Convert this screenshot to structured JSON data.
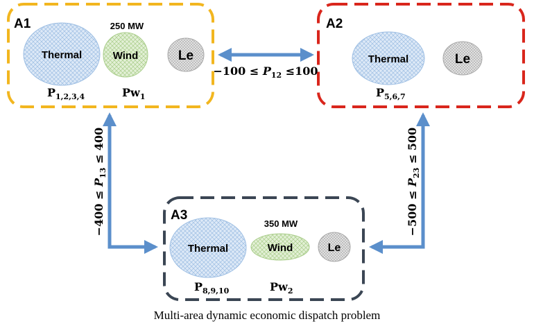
{
  "diagram": {
    "caption": "Multi-area dynamic economic dispatch problem",
    "colors": {
      "a1_border": "#F2B61F",
      "a2_border": "#D9261C",
      "a3_border": "#3B4654",
      "arrow": "#5B8FCB",
      "thermal_fill": "#DDE9F7",
      "thermal_pattern": "#9DBEE3",
      "wind_fill": "#E3F0D6",
      "wind_pattern": "#A9CD8A",
      "le_fill": "#E6E6E6",
      "le_pattern": "#A8A8A8"
    },
    "areas": {
      "a1": {
        "name": "A1",
        "thermal_label": "Thermal",
        "wind_label": "Wind",
        "le_label": "Le",
        "wind_capacity": "250 MW",
        "thermal_units": {
          "base": "P",
          "sub": "1,2,3,4"
        },
        "wind_units": {
          "base": "Pw",
          "sub": "1"
        }
      },
      "a2": {
        "name": "A2",
        "thermal_label": "Thermal",
        "le_label": "Le",
        "thermal_units": {
          "base": "P",
          "sub": "5,6,7"
        }
      },
      "a3": {
        "name": "A3",
        "thermal_label": "Thermal",
        "wind_label": "Wind",
        "le_label": "Le",
        "wind_capacity": "350 MW",
        "thermal_units": {
          "base": "P",
          "sub": "8,9,10"
        },
        "wind_units": {
          "base": "Pw",
          "sub": "2"
        }
      }
    },
    "tie_lines": {
      "p12": {
        "lower": "−100 ≤ ",
        "var": "P",
        "sub": "12",
        "upper": " ≤100"
      },
      "p13": {
        "lower": "−400 ≤ ",
        "var": "P",
        "sub": "13",
        "upper": " ≤ 400"
      },
      "p23": {
        "lower": "−500 ≤ ",
        "var": "P",
        "sub": "23",
        "upper": " ≤ 500"
      }
    }
  }
}
